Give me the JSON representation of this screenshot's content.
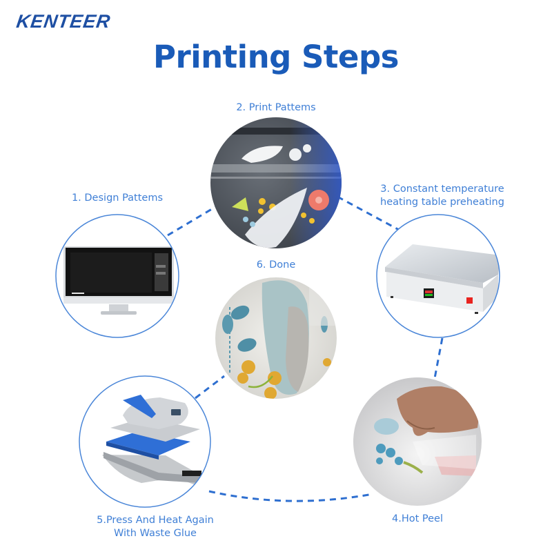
{
  "brand": {
    "logo_text": "KENTEER",
    "color": "#1e4fa3"
  },
  "header": {
    "title": "Printing Steps",
    "title_color": "#1a5bb8"
  },
  "colors": {
    "label": "#3f7fd6",
    "connector": "#2e6fd0",
    "outline": "#4a86d8"
  },
  "steps": [
    {
      "number": 1,
      "label": "1. Design Pattems",
      "image": "computer-monitor-design-software"
    },
    {
      "number": 2,
      "label": "2. Print Pattems",
      "image": "printer-printing-floral-patterns"
    },
    {
      "number": 3,
      "label_line1": "3. Constant temperature",
      "label_line2": "heating table preheating",
      "image": "heating-plate-machine"
    },
    {
      "number": 4,
      "label": "4.Hot Peel",
      "image": "hand-peeling-transfer-film"
    },
    {
      "number": 5,
      "label_line1": "5.Press And Heat Again",
      "label_line2": "With Waste Glue",
      "image": "heat-press-machine"
    },
    {
      "number": 6,
      "label": "6. Done",
      "image": "finished-embroidered-floral-fabric"
    }
  ]
}
